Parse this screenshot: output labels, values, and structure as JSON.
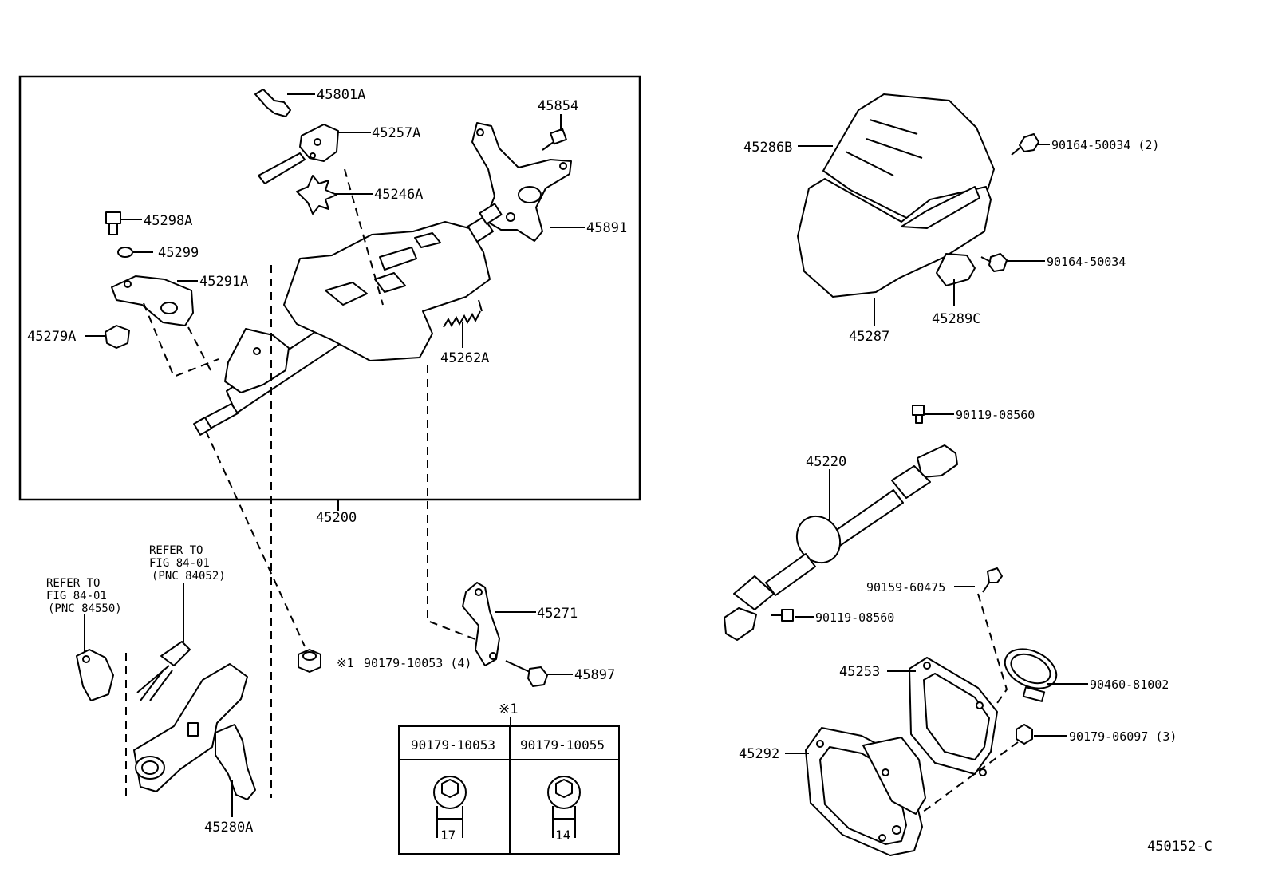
{
  "diagram_code": "450152-C",
  "labels": {
    "p45801A": "45801A",
    "p45257A": "45257A",
    "p45246A": "45246A",
    "p45854": "45854",
    "p45891": "45891",
    "p45298A": "45298A",
    "p45299": "45299",
    "p45291A": "45291A",
    "p45279A": "45279A",
    "p45262A": "45262A",
    "p45200": "45200",
    "p45271": "45271",
    "p45897": "45897",
    "p45280A": "45280A",
    "p45286B": "45286B",
    "p45287": "45287",
    "p45289C": "45289C",
    "p90164_50034_2": "90164-50034 (2)",
    "p90164_50034": "90164-50034",
    "p90119_08560_a": "90119-08560",
    "p45220": "45220",
    "p90159_60475": "90159-60475",
    "p90119_08560_b": "90119-08560",
    "p45253": "45253",
    "p90460_81002": "90460-81002",
    "p45292": "45292",
    "p90179_06097_3": "90179-06097 (3)",
    "nut_mark": "※1",
    "nut_callout": "90179-10053 (4)"
  },
  "refer_notes": {
    "left": {
      "l1": "REFER TO",
      "l2": "FIG 84-01",
      "l3": "(PNC 84550)"
    },
    "right": {
      "l1": "REFER TO",
      "l2": "FIG 84-01",
      "l3": "(PNC 84052)"
    }
  },
  "nut_table": {
    "mark": "※1",
    "columns": [
      {
        "part": "90179-10053",
        "size": "17"
      },
      {
        "part": "90179-10055",
        "size": "14"
      }
    ]
  }
}
